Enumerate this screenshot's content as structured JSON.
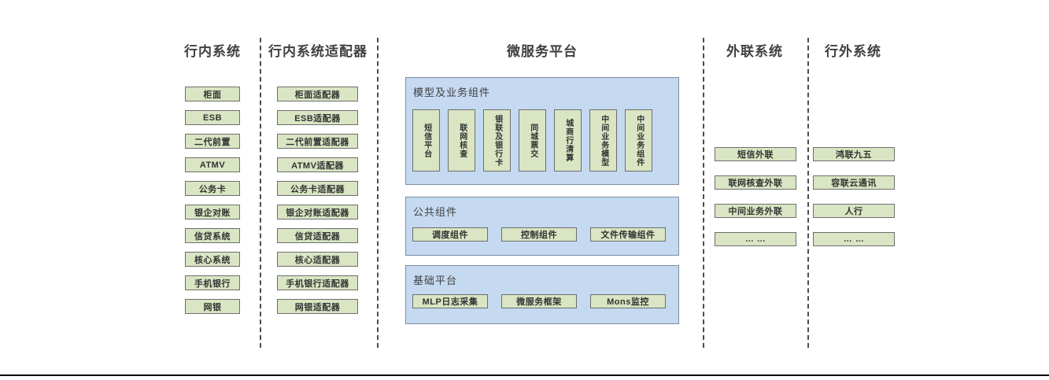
{
  "colors": {
    "box_fill": "#d9e5c3",
    "box_border": "#6e6e6e",
    "panel_fill": "#c5d9f1",
    "panel_border": "#7c8ea4",
    "heading_text": "#404040",
    "box_text": "#333333",
    "divider": "#4d4d4d",
    "baseline": "#000000"
  },
  "columns": {
    "internal": {
      "header": "行内系统",
      "items": [
        "柜面",
        "ESB",
        "二代前置",
        "ATMV",
        "公务卡",
        "银企对账",
        "信贷系统",
        "核心系统",
        "手机银行",
        "网银"
      ]
    },
    "adapter": {
      "header": "行内系统适配器",
      "items": [
        "柜面适配器",
        "ESB适配器",
        "二代前置适配器",
        "ATMV适配器",
        "公务卡适配器",
        "银企对账适配器",
        "信贷适配器",
        "核心适配器",
        "手机银行适配器",
        "网银适配器"
      ]
    },
    "platform": {
      "header": "微服务平台",
      "model_panel": {
        "title": "模型及业务组件",
        "items": [
          "短信平台",
          "联网核查",
          "银联及银行卡",
          "同城票交",
          "城商行清算",
          "中间业务模型",
          "中间业务组件"
        ]
      },
      "common_panel": {
        "title": "公共组件",
        "items": [
          "调度组件",
          "控制组件",
          "文件传输组件"
        ]
      },
      "base_panel": {
        "title": "基础平台",
        "items": [
          "MLP日志采集",
          "微服务框架",
          "Mons监控"
        ]
      }
    },
    "outreach": {
      "header": "外联系统",
      "items": [
        "短信外联",
        "联网核查外联",
        "中间业务外联",
        "… …"
      ]
    },
    "external": {
      "header": "行外系统",
      "items": [
        "鸿联九五",
        "容联云通讯",
        "人行",
        "… …"
      ]
    }
  }
}
